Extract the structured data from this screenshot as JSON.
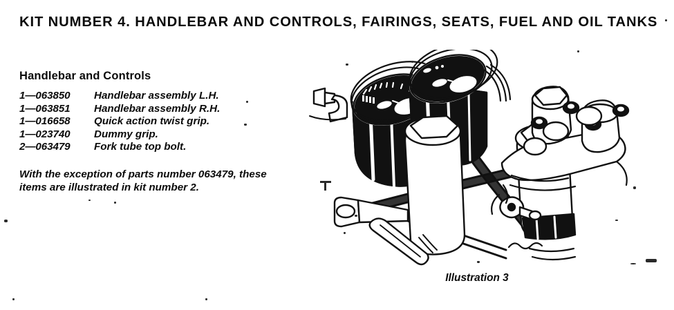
{
  "page": {
    "title": "KIT NUMBER 4. HANDLEBAR AND CONTROLS, FAIRINGS, SEATS, FUEL AND OIL TANKS",
    "background_color": "#ffffff",
    "ink_color": "#0b0b0b"
  },
  "section": {
    "heading": "Handlebar and Controls",
    "parts": [
      {
        "ref": "1—063850",
        "description": "Handlebar assembly L.H."
      },
      {
        "ref": "1—063851",
        "description": "Handlebar assembly R.H."
      },
      {
        "ref": "1—016658",
        "description": "Quick action twist grip."
      },
      {
        "ref": "1—023740",
        "description": "Dummy grip."
      },
      {
        "ref": "2—063479",
        "description": "Fork tube top bolt."
      }
    ],
    "note": {
      "line1": "With the exception of parts number 063479, these",
      "line2": "items are illustrated in kit number 2."
    }
  },
  "illustration": {
    "caption": "Illustration 3",
    "subject": "motorcycle-top-yoke-with-instruments-and-fork-tubes",
    "parts_depicted": [
      "speedometer-gauge",
      "tachometer-gauge",
      "instrument-mounting-bracket-bolt",
      "fork-tube-left",
      "fork-tube-right",
      "fork-tube-top-bolt",
      "handlebar-clamp-bolts",
      "top-yoke",
      "frame-tube-bracket"
    ]
  }
}
